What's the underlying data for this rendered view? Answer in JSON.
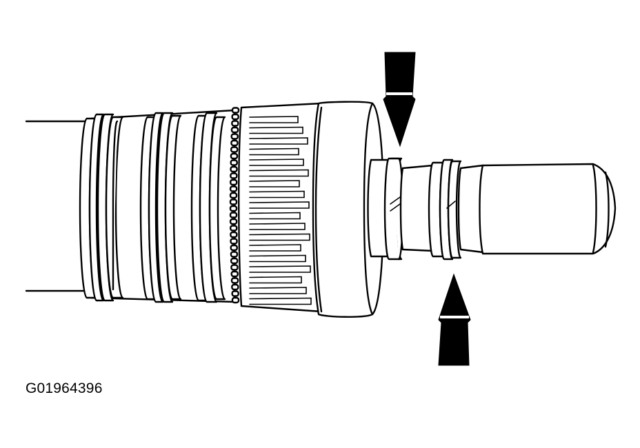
{
  "figure": {
    "code": "G01964396",
    "subject": "shaft-with-seal-rings"
  },
  "colors": {
    "ink": "#000000",
    "paper": "#ffffff"
  },
  "callouts": [
    {
      "name": "arrow-down-callout",
      "direction": "down"
    },
    {
      "name": "arrow-up-callout",
      "direction": "up"
    }
  ]
}
